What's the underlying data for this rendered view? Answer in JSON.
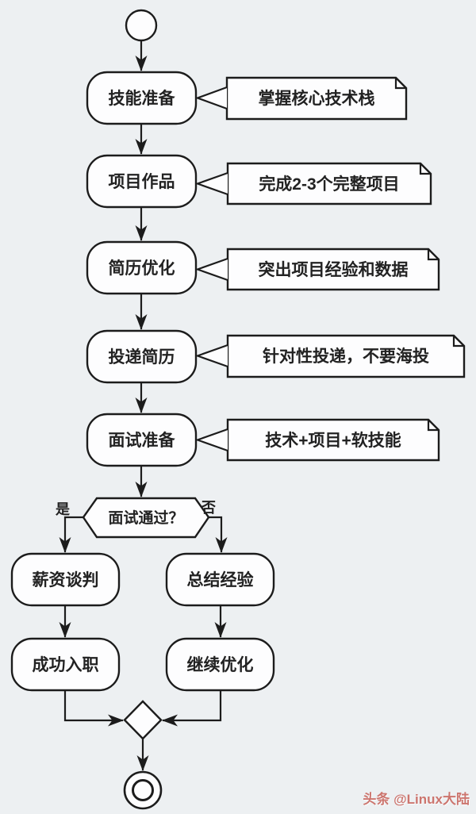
{
  "diagram": {
    "type": "activity-flowchart",
    "steps": [
      {
        "label": "技能准备",
        "note": "掌握核心技术栈"
      },
      {
        "label": "项目作品",
        "note": "完成2-3个完整项目"
      },
      {
        "label": "简历优化",
        "note": "突出项目经验和数据"
      },
      {
        "label": "投递简历",
        "note": "针对性投递，不要海投"
      },
      {
        "label": "面试准备",
        "note": "技术+项目+软技能"
      }
    ],
    "decision": {
      "label": "面试通过？",
      "yes_label": "是",
      "no_label": "否"
    },
    "yes_branch": [
      {
        "label": "薪资谈判"
      },
      {
        "label": "成功入职"
      }
    ],
    "no_branch": [
      {
        "label": "总结经验"
      },
      {
        "label": "继续优化"
      }
    ],
    "watermark": "头条 @Linux大陆",
    "colors": {
      "background": "#edf0f2",
      "node_fill": "#fdfdfe",
      "stroke": "#1c1c1c",
      "text": "#222222",
      "watermark": "#c4574e"
    }
  }
}
